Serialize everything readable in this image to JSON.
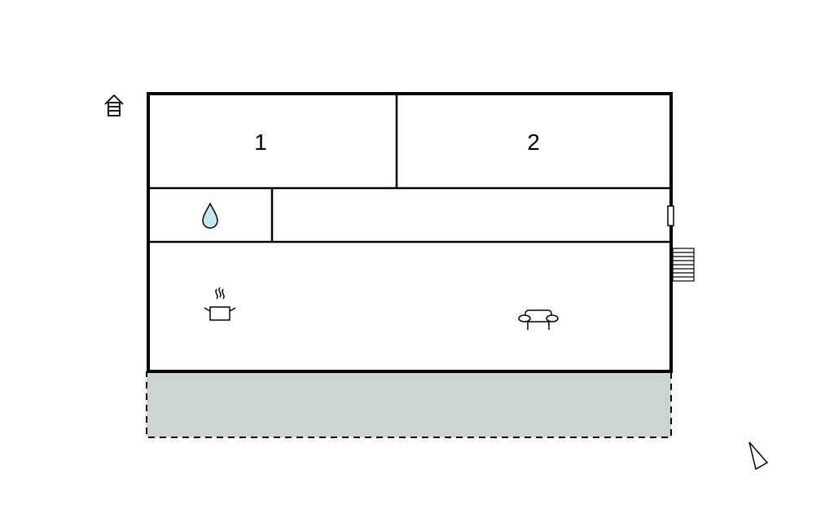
{
  "rooms": [
    {
      "id": "bedroom-1",
      "label": "1"
    },
    {
      "id": "bedroom-2",
      "label": "2"
    }
  ],
  "icons": {
    "house": "house-icon",
    "bathroom": "water-drop-icon",
    "kitchen": "cooking-pot-icon",
    "living": "sofa-icon",
    "north": "north-arrow-icon",
    "stairs": "stairs-icon",
    "door": "door-icon"
  },
  "colors": {
    "walls": "#000000",
    "terrace": "#ccd3d3",
    "water": "#bfeaf2"
  }
}
